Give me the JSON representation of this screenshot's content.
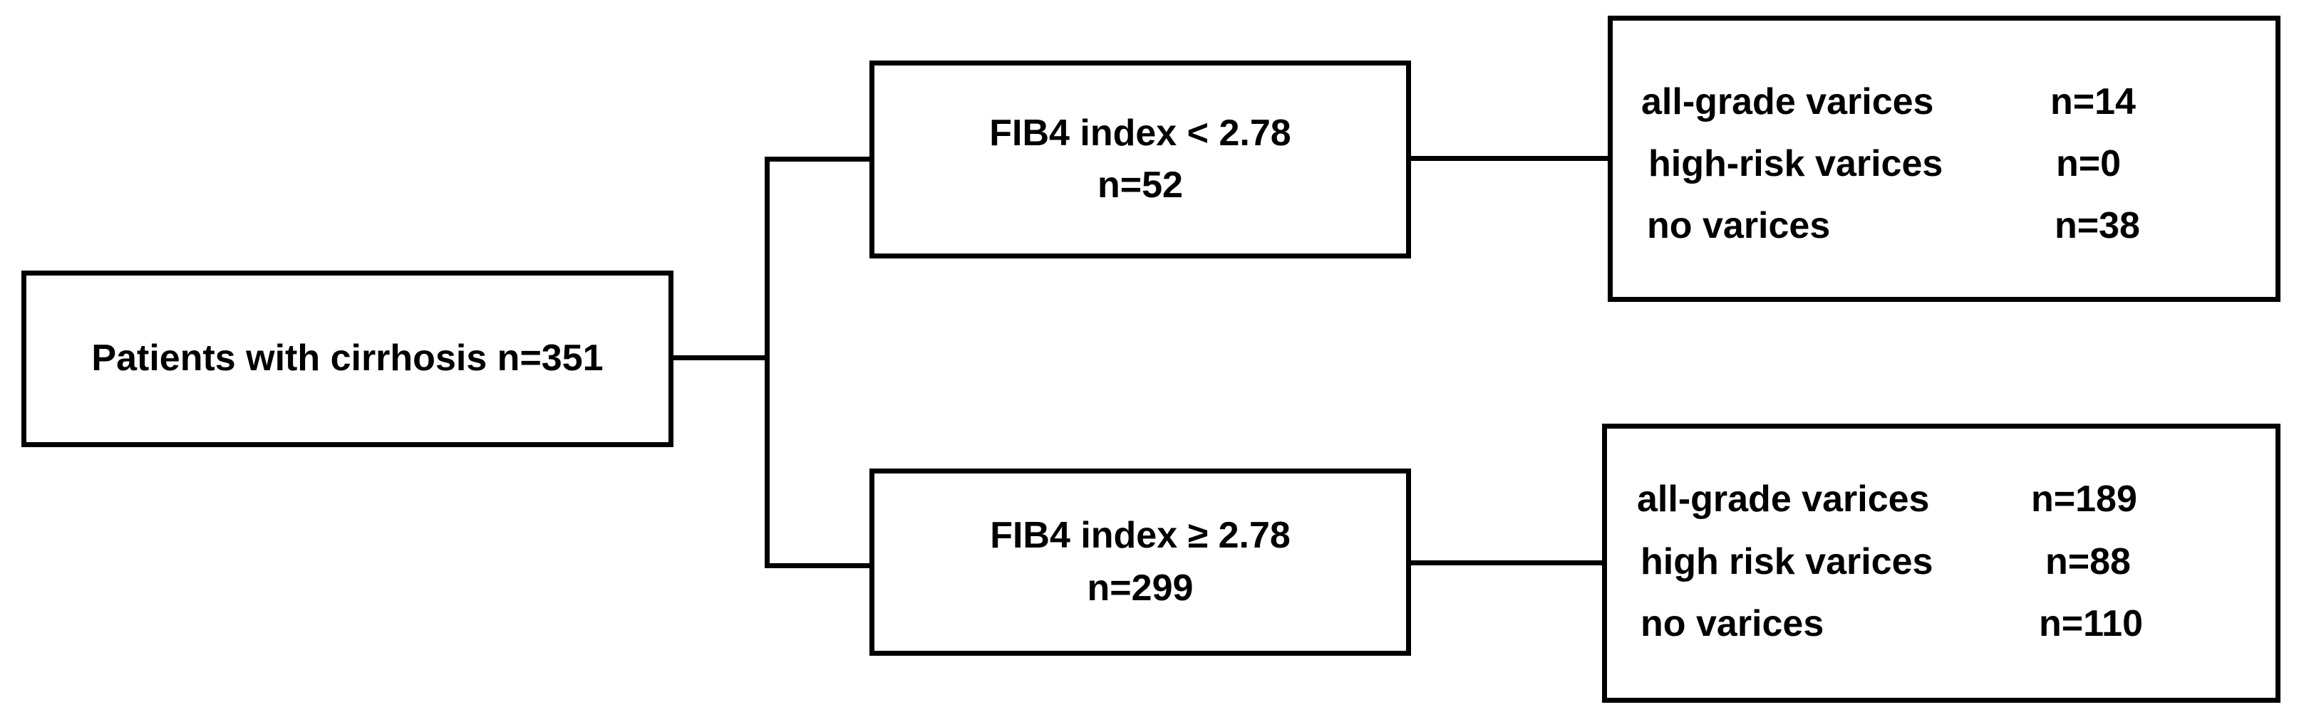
{
  "root": {
    "label": "Patients with cirrhosis n=351"
  },
  "groups": [
    {
      "title": "FIB4 index < 2.78",
      "count": "n=52"
    },
    {
      "title": "FIB4 index ≥ 2.78",
      "count": "n=299"
    }
  ],
  "outcomes": [
    {
      "rows": [
        {
          "label": "all-grade varices",
          "value": "n=14"
        },
        {
          "label": "high-risk varices",
          "value": "n=0"
        },
        {
          "label": "no varices",
          "value": "n=38"
        }
      ]
    },
    {
      "rows": [
        {
          "label": "all-grade varices",
          "value": "n=189"
        },
        {
          "label": "high risk varices",
          "value": "n=88"
        },
        {
          "label": "no varices",
          "value": "n=110"
        }
      ]
    }
  ]
}
